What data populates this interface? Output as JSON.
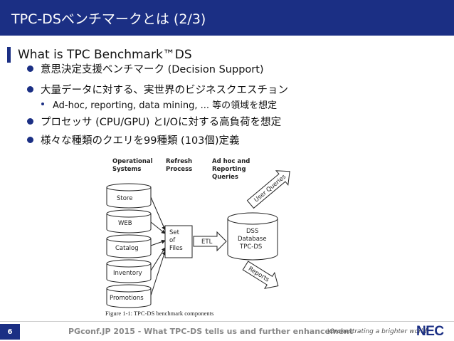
{
  "slide": {
    "title": "TPC-DSベンチマークとは (2/3)",
    "heading": "What is TPC Benchmark™DS",
    "bullets": [
      "意思決定支援ベンチマーク (Decision Support)",
      "大量データに対する、実世界のビジネスクエスチョン",
      "プロセッサ (CPU/GPU) とI/Oに対する高負荷を想定",
      "様々な種類のクエリを99種類 (103個)定義"
    ],
    "sub_bullet": "Ad-hoc, reporting, data mining, ... 等の領域を想定"
  },
  "figure": {
    "col_operational_1": "Operational",
    "col_operational_2": "Systems",
    "col_refresh_1": "Refresh",
    "col_refresh_2": "Process",
    "col_adhoc_1": "Ad hoc and",
    "col_adhoc_2": "Reporting",
    "col_adhoc_3": "Queries",
    "systems": [
      "Store",
      "WEB",
      "Catalog",
      "Inventory",
      "Promotions"
    ],
    "files_1": "Set",
    "files_2": "of",
    "files_3": "Files",
    "etl": "ETL",
    "db_1": "DSS",
    "db_2": "Database",
    "db_3": "TPC-DS",
    "user_queries": "User Queries",
    "reports": "Reports",
    "caption": "Figure 1-1: TPC-DS benchmark components"
  },
  "footer": {
    "page": "6",
    "text": "PGconf.JP 2015 - What TPC-DS tells us and further enhancement",
    "tagline": "\\Orchestrating a brighter world",
    "logo": "NEC"
  },
  "colors": {
    "brand": "#1b2f84"
  }
}
